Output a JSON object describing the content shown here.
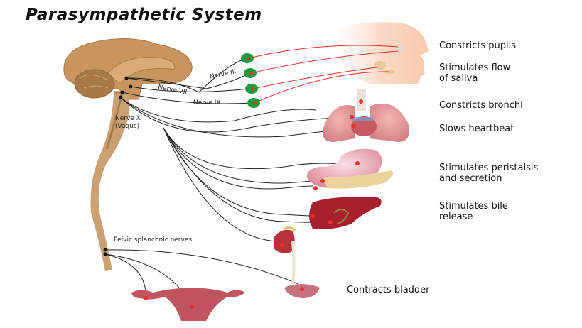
{
  "title": "Parasympathetic System",
  "nerve_labels": {
    "nerve_iii": "Nerve III",
    "nerve_vii": "Nerve VII",
    "nerve_ix": "Nerve IX",
    "nerve_x_line1": "Nerve X",
    "nerve_x_line2": "(Vagus)",
    "pelvic": "Pelvic splanchnic nerves"
  },
  "effects": {
    "pupils": "Constricts pupils",
    "saliva_1": "Stimulates flow",
    "saliva_2": "of saliva",
    "bronchi": "Constricts bronchi",
    "heart": "Slows heartbeat",
    "peristalsis_1": "Stimulates peristalsis",
    "peristalsis_2": "and secretion",
    "bile_1": "Stimulates bile",
    "bile_2": "release",
    "bladder": "Contracts bladder"
  },
  "colors": {
    "brain": "#c9955e",
    "spine": "#c9a173",
    "ganglion": "#1f9a3a",
    "postganglionic": "#e5322b",
    "organ": "#b8323d"
  }
}
